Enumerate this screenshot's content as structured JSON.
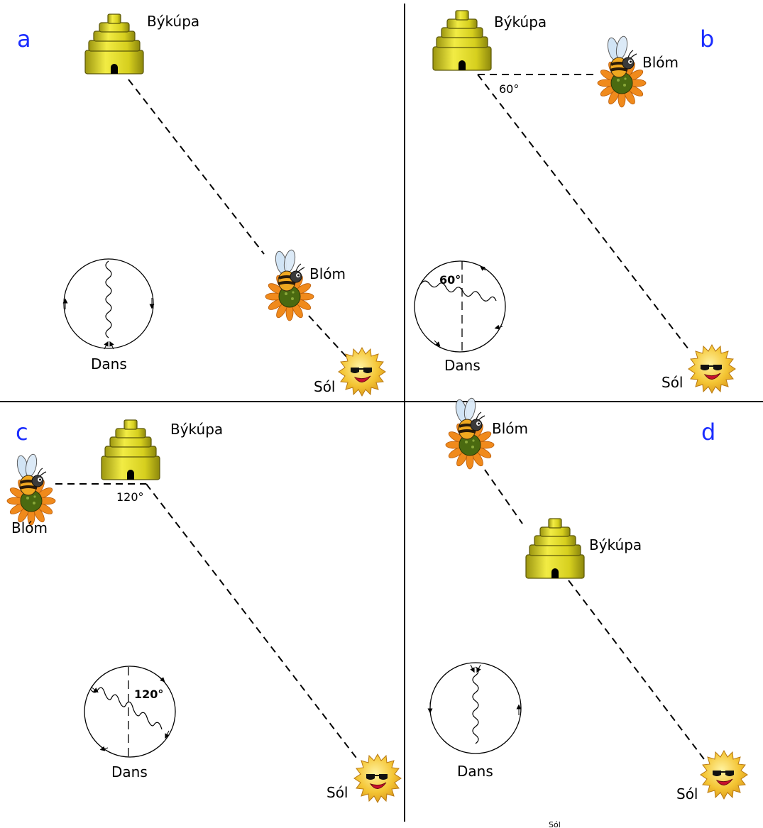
{
  "labels": {
    "hive": "Býkúpa",
    "flower": "Blóm",
    "sun": "Sól",
    "dance": "Dans"
  },
  "panels": {
    "a": {
      "letter": "a"
    },
    "b": {
      "letter": "b",
      "angle": "60°"
    },
    "c": {
      "letter": "c",
      "angle": "120°"
    },
    "d": {
      "letter": "d"
    }
  },
  "footer": "Sól",
  "colors": {
    "panel_letter": "#1a2cff",
    "hive_fill": "#d8d21c",
    "sun_fill": "#f2c230",
    "petal": "#f08a1c",
    "flower_center": "#4a6a10"
  },
  "icons": [
    "beehive-icon",
    "bee-icon",
    "flower-icon",
    "sun-icon",
    "dance-circle-icon"
  ]
}
